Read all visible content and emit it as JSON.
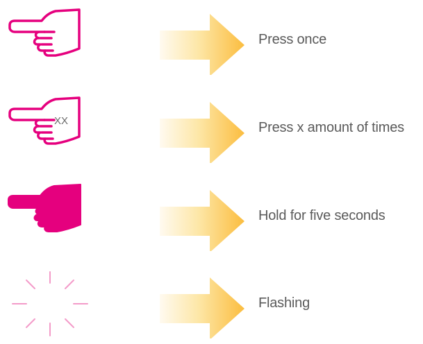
{
  "colors": {
    "hand": "#e5007e",
    "arrow_light": "#fdf1d2",
    "arrow_dark": "#fbc04a",
    "label_text": "#5a5a5a"
  },
  "legend": [
    {
      "icon": "pointing-hand-outline-icon",
      "label": "Press once"
    },
    {
      "icon": "pointing-hand-outline-xx-icon",
      "icon_text": "XX",
      "label": "Press x amount of times"
    },
    {
      "icon": "pointing-hand-filled-icon",
      "label": "Hold for five seconds"
    },
    {
      "icon": "flashing-burst-icon",
      "label": "Flashing"
    }
  ]
}
